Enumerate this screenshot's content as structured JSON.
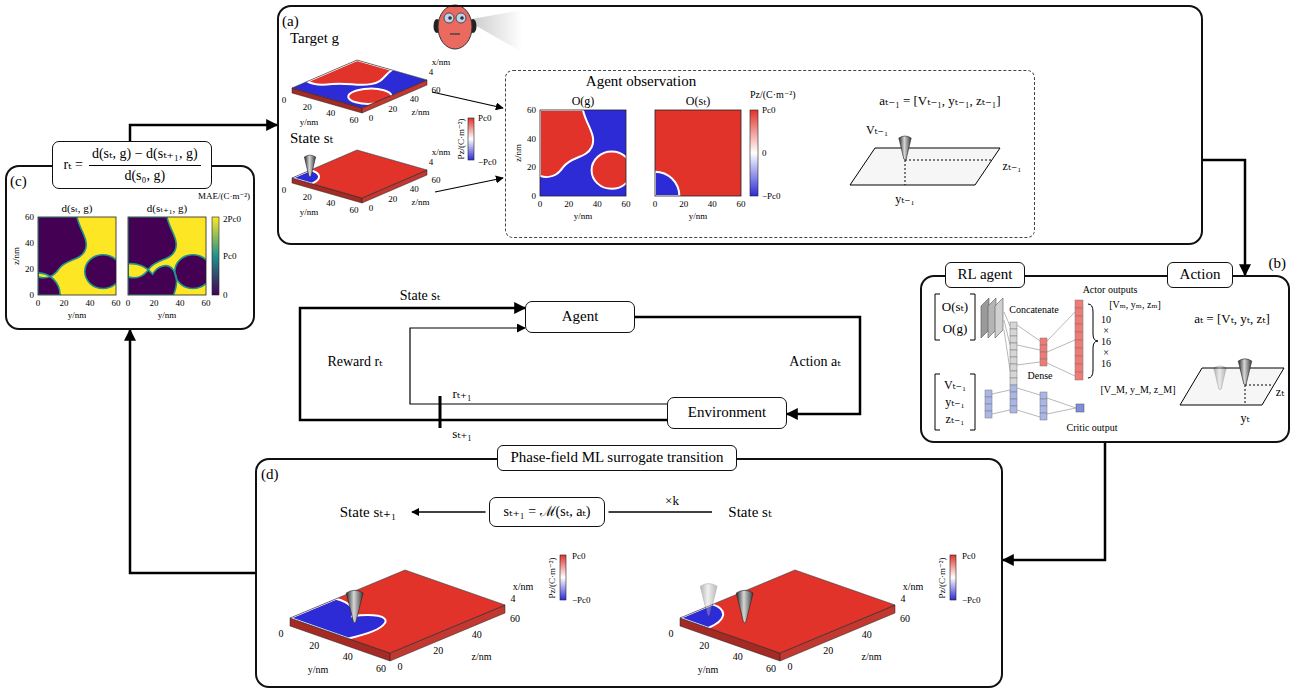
{
  "diagram": {
    "nodes": [
      {
        "text": [
          "(a)"
        ]
      },
      {
        "text": [
          "Agent observation"
        ],
        "in": 0
      },
      {
        "text": [
          "(c)"
        ]
      },
      {
        "text": [
          "rₜ =",
          "d(sₜ, g) − d(sₜ₊₁, g)",
          "d(s₀, g)"
        ],
        "in": 2
      },
      {
        "text": [
          "Agent"
        ]
      },
      {
        "text": [
          "Environment"
        ]
      },
      {
        "text": [
          "(b)"
        ]
      },
      {
        "text": [
          "RL agent"
        ],
        "in": 6
      },
      {
        "text": [
          "Action"
        ],
        "in": 6
      },
      {
        "text": [
          "(d)"
        ]
      },
      {
        "text": [
          "Phase-field ML surrogate transition"
        ],
        "in": 9
      },
      {
        "text": [
          "sₜ₊₁ = ℳ(sₜ, aₜ)"
        ],
        "in": 9
      }
    ],
    "edges": [
      {
        "from": 0,
        "to": 6,
        "arrow": "to"
      },
      {
        "from": 6,
        "to": 9,
        "arrow": "to"
      },
      {
        "from": 9,
        "to": 2,
        "arrow": "to"
      },
      {
        "from": 3,
        "to": 0,
        "arrow": "to"
      },
      {
        "from": 4,
        "to": 5,
        "label": "Action aₜ",
        "arrow": "to"
      },
      {
        "from": 5,
        "to": 4,
        "label": "State sₜ",
        "arrow": "to"
      },
      {
        "from": 5,
        "to": 4,
        "label": "Reward rₜ",
        "arrow": "to"
      }
    ],
    "labels": [
      "Target g",
      "0",
      "20",
      "40",
      "60",
      "y/nm",
      "0",
      "20",
      "40",
      "60",
      "z/nm",
      "4",
      "x/nm",
      "State sₜ",
      "0",
      "20",
      "40",
      "60",
      "y/nm",
      "0",
      "20",
      "40",
      "60",
      "z/nm",
      "4",
      "x/nm",
      "Pz/(C·m⁻²)",
      "Pc0",
      "−Pc0",
      "O(g)",
      "0",
      "20",
      "40",
      "60",
      "y/nm",
      "0",
      "20",
      "40",
      "60",
      "z/nm",
      "O(sₜ)",
      "0",
      "20",
      "40",
      "60",
      "y/nm",
      "Pz/(C·m⁻²)",
      "Pc0",
      "0",
      "−Pc0",
      "aₜ₋₁ = [Vₜ₋₁, yₜ₋₁, zₜ₋₁]",
      "Vₜ₋₁",
      "yₜ₋₁",
      "zₜ₋₁",
      "d(sₜ, g)",
      "0",
      "20",
      "40",
      "60",
      "y/nm",
      "0",
      "20",
      "40",
      "60",
      "z/nm",
      "d(sₜ₊₁, g)",
      "0",
      "20",
      "40",
      "60",
      "y/nm",
      "MAE/(C·m⁻²)",
      "2Pc0",
      "Pc0",
      "0",
      "rₜ₊₁",
      "sₜ₊₁",
      "O(sₜ)",
      "O(g)",
      "Vₜ₋₁",
      "yₜ₋₁",
      "zₜ₋₁",
      "Concatenate",
      "Dense",
      "Actor outputs",
      "[Vₘ, yₘ, zₘ]",
      "10",
      "×",
      "16",
      "×",
      "16",
      "[V_M, y_M, z_M]",
      "Critic output",
      "aₜ = [Vₜ, yₜ, zₜ]",
      "yₜ",
      "zₜ",
      "×k",
      "State sₜ₊₁",
      "0",
      "20",
      "40",
      "60",
      "y/nm",
      "0",
      "20",
      "40",
      "60",
      "z/nm",
      "4",
      "x/nm",
      "Pz/(C·m⁻²)",
      "Pc0",
      "−Pc0",
      "State sₜ",
      "0",
      "20",
      "40",
      "60",
      "y/nm",
      "0",
      "20",
      "40",
      "60",
      "z/nm",
      "4",
      "x/nm",
      "Pz/(C·m⁻²)",
      "Pc0",
      "−Pc0"
    ]
  }
}
